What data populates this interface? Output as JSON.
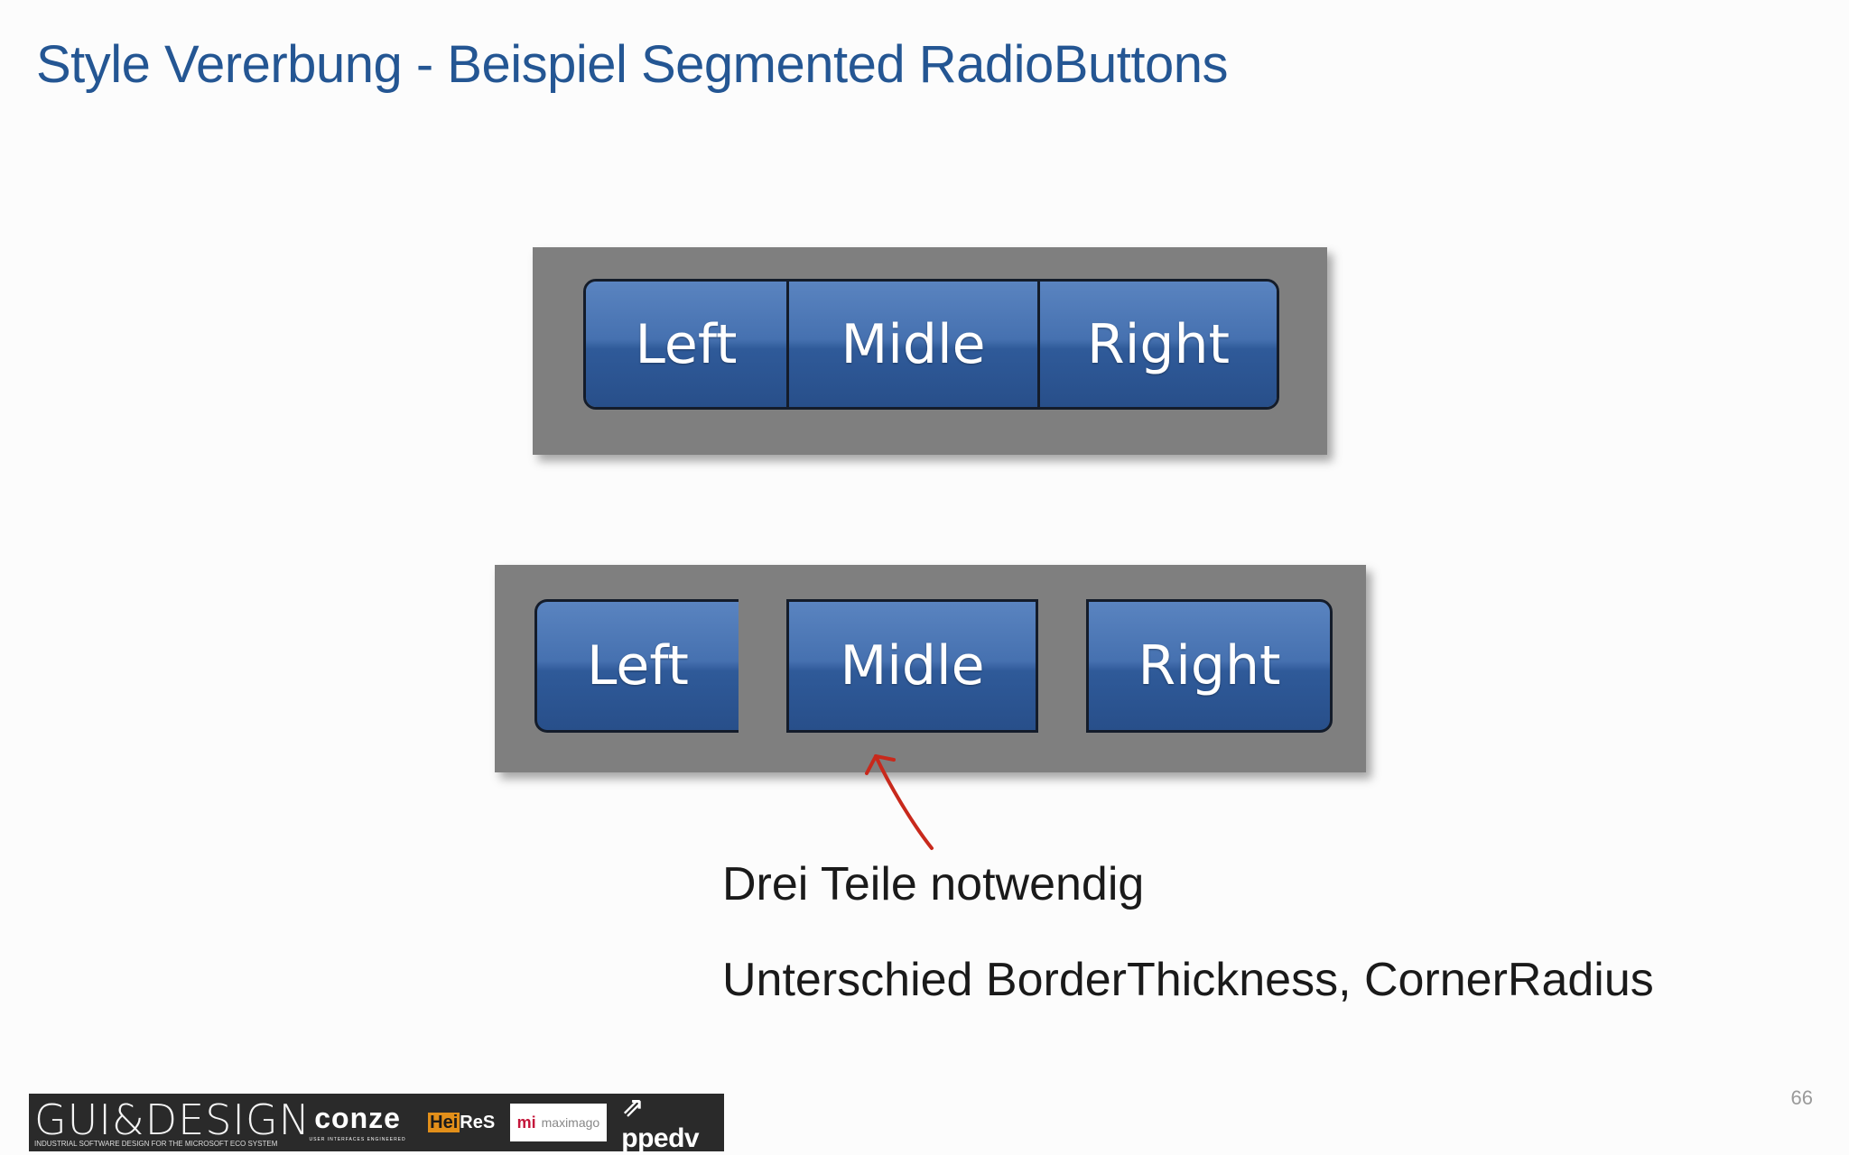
{
  "slide": {
    "title": "Style Vererbung - Beispiel Segmented RadioButtons",
    "page_number": "66"
  },
  "example_1": {
    "buttons": [
      "Left",
      "Midle",
      "Right"
    ]
  },
  "example_2": {
    "buttons": [
      "Left",
      "Midle",
      "Right"
    ]
  },
  "notes": [
    "Drei Teile notwendig",
    "Unterschied BorderThickness, CornerRadius"
  ],
  "logos": {
    "guidesign": "GUI&DESIGN",
    "guidesign_tagline": "INDUSTRIAL SOFTWARE DESIGN FOR THE MICROSOFT ECO SYSTEM",
    "conze": "conze",
    "conze_tagline": "USER INTERFACES ENGINEERED",
    "heires_hei": "Hei",
    "heires_res": "ReS",
    "maximago_mi": "mi",
    "maximago": "maximago",
    "ppedv": "ppedv"
  },
  "colors": {
    "title": "#245693",
    "button_blue": "#2f5a99",
    "panel_gray": "#7f7f7f",
    "arrow_red": "#c8291c"
  }
}
